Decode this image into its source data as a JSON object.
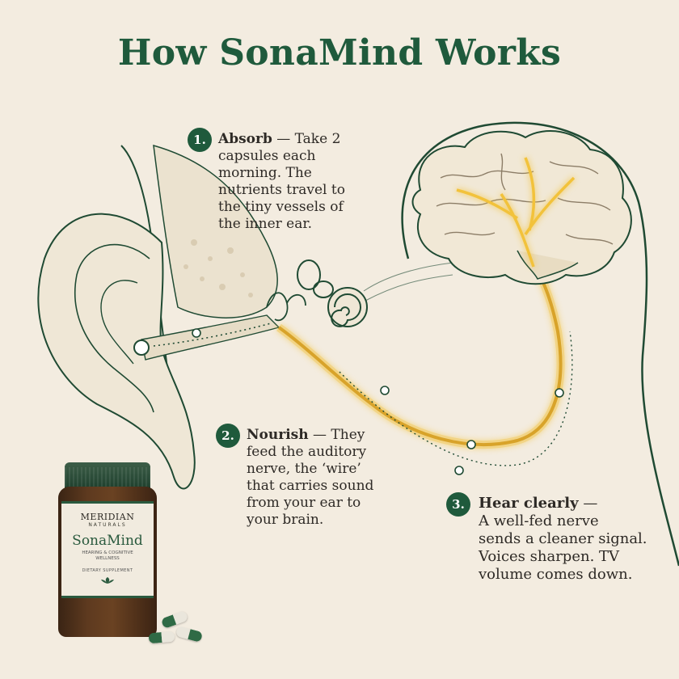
{
  "title": "How SonaMind Works",
  "steps": [
    {
      "number": "1.",
      "heading": "Absorb",
      "lines": [
        "— Take 2",
        "capsules each",
        "morning. The",
        "nutrients travel to",
        "the tiny vessels of",
        "the inner ear."
      ]
    },
    {
      "number": "2.",
      "heading": "Nourish",
      "lines": [
        "— They",
        "feed the auditory",
        "nerve, the ‘wire’",
        "that carries sound",
        "from your ear to",
        "your brain."
      ]
    },
    {
      "number": "3.",
      "heading": "Hear clearly",
      "lines": [
        "—",
        "A well-fed nerve",
        "sends a cleaner signal.",
        "Voices sharpen. TV",
        "volume comes down."
      ]
    }
  ],
  "bottle": {
    "brand": "MERIDIAN",
    "brand_sub": "NATURALS",
    "product": "SonaMind",
    "product_sub_1": "HEARING & COGNITIVE",
    "product_sub_2": "WELLNESS",
    "note": "DIETARY SUPPLEMENT"
  },
  "colors": {
    "accent": "#1f5a3c",
    "background": "#f3ece0",
    "glow": "#f2c23a"
  }
}
